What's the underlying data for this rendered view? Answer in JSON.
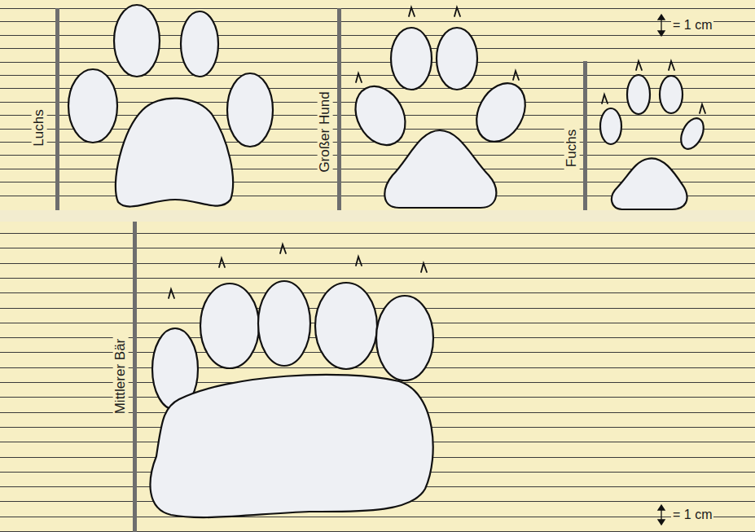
{
  "diagram": {
    "labels": [
      "Luchs",
      "Großer Hund",
      "Fuchs",
      "Mittlerer Bär",
      "= 1 cm",
      "= 1 cm"
    ]
  }
}
